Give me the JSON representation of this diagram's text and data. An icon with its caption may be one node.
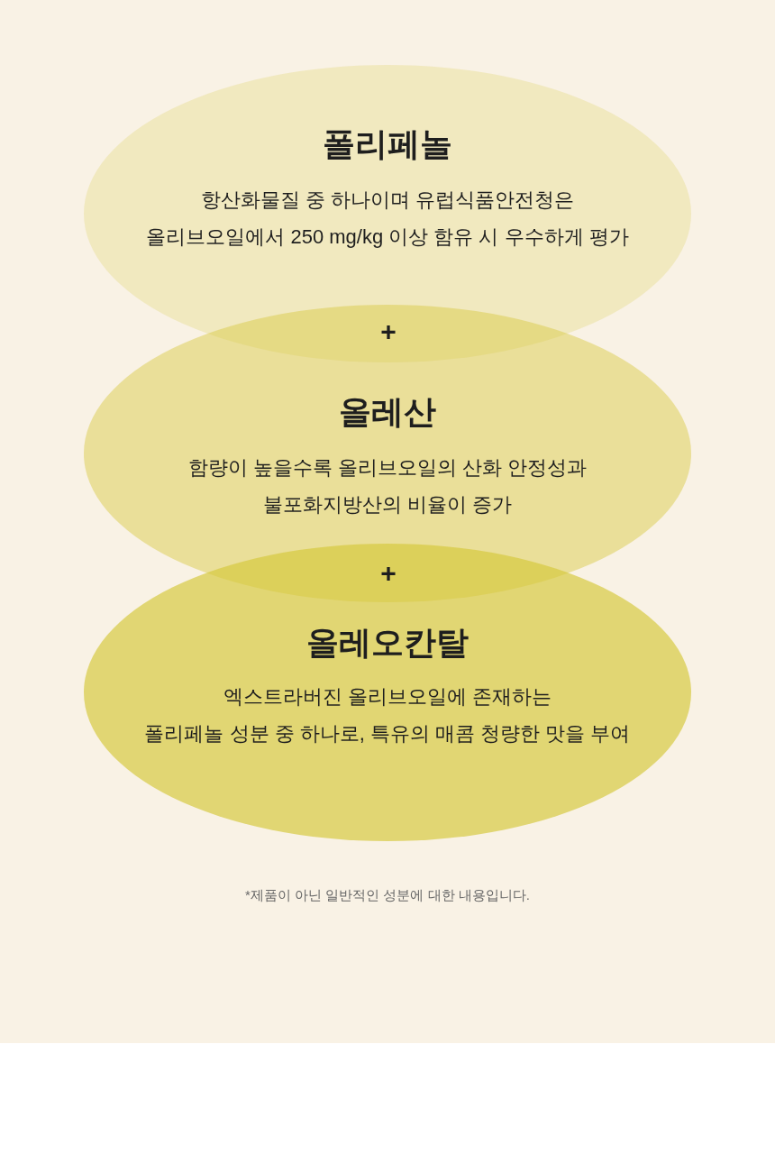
{
  "diagram": {
    "nodes": [
      {
        "text": [
          "폴리페놀",
          "항산화물질 중 하나이며 유럽식품안전청은 올리브오일에서 250 mg/kg 이상 함유 시 우수하게 평가"
        ]
      },
      {
        "text": [
          "올레산",
          "함량이 높을수록 올리브오일의 산화 안정성과 불포화지방산의 비율이 증가"
        ]
      },
      {
        "text": [
          "올레오칸탈",
          "엑스트라버진 올리브오일에 존재하는 폴리페놀 성분 중 하나로, 특유의 매콤 청량한 맛을 부여"
        ]
      }
    ],
    "labels": [
      "+",
      "+",
      "*제품이 아닌 일반적인 성분에 대한 내용입니다."
    ]
  }
}
